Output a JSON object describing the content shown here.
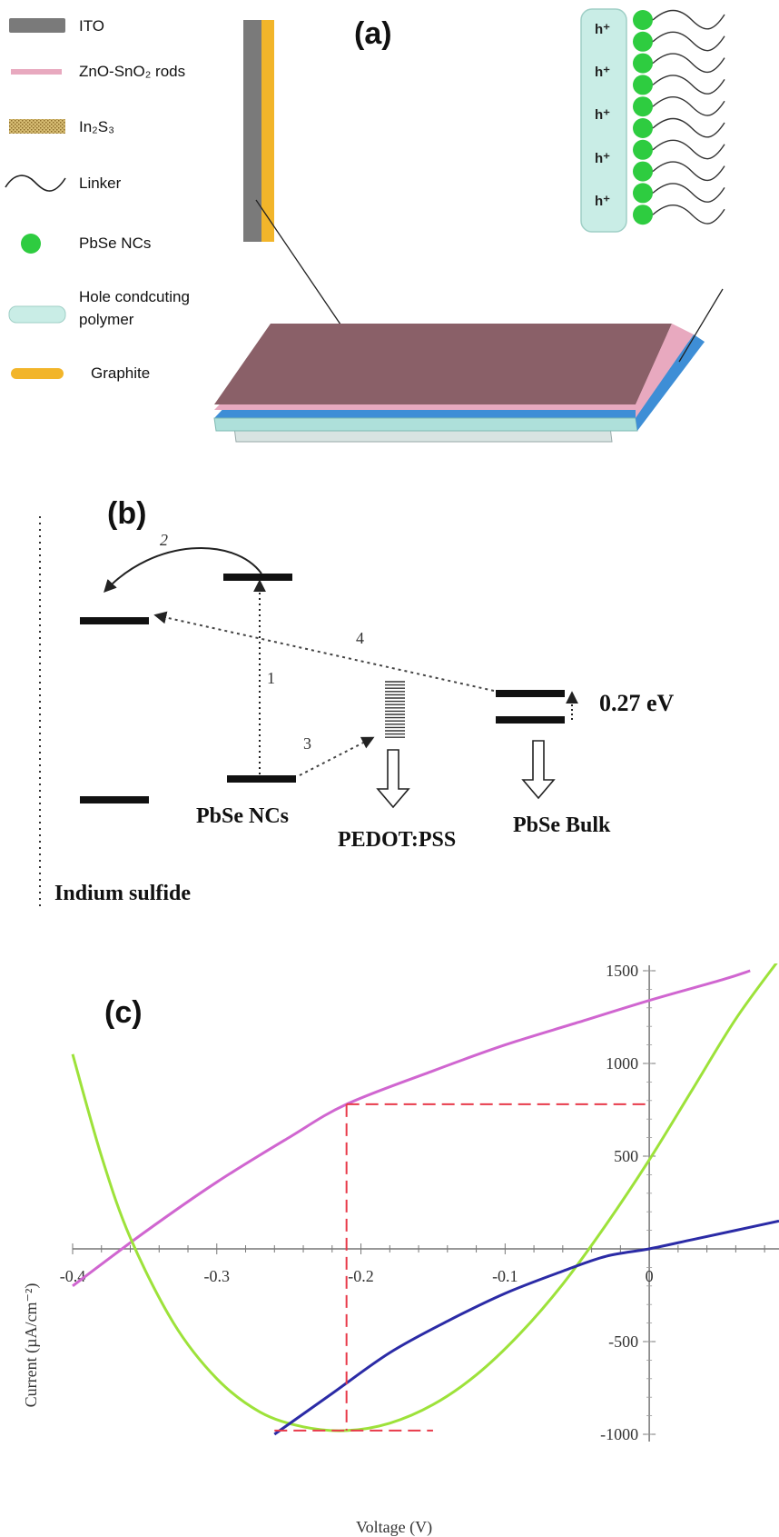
{
  "panel_a": {
    "label": "(a)",
    "legend": [
      {
        "id": "ito",
        "label": "ITO",
        "color": "#7a7a7a"
      },
      {
        "id": "zno-sno2",
        "label": "ZnO-SnO₂ rods",
        "color": "#e8a9bf"
      },
      {
        "id": "in2s3",
        "label": "In₂S₃",
        "color": "#c8a85a"
      },
      {
        "id": "linker",
        "label": "Linker",
        "color": "#222222"
      },
      {
        "id": "pbse-ncs",
        "label": "PbSe NCs",
        "color": "#2ecc40"
      },
      {
        "id": "hole-polymer",
        "label": "Hole condcuting\npolymer",
        "color": "#c9ede6"
      },
      {
        "id": "graphite",
        "label": "Graphite",
        "color": "#f2b52a"
      }
    ],
    "hole_label": "h⁺",
    "hole_count": 5
  },
  "panel_b": {
    "label": "(b)",
    "step_labels": [
      "2",
      "1",
      "4",
      "3"
    ],
    "energy_gap": "0.27 eV",
    "captions": {
      "pbse_ncs": "PbSe NCs",
      "pedot": "PEDOT:PSS",
      "pbse_bulk": "PbSe Bulk",
      "indium_sulfide": "Indium sulfide"
    }
  },
  "panel_c": {
    "label": "(c)"
  },
  "chart_data": {
    "type": "line",
    "xlabel": "Voltage (V)",
    "ylabel": "Current (µA/cm⁻²)",
    "xlim": [
      -0.4,
      0.09
    ],
    "ylim": [
      -1000,
      1500
    ],
    "x_ticks": [
      -0.4,
      -0.3,
      -0.2,
      -0.1,
      0
    ],
    "x_tick_labels": [
      "-0.4",
      "-0.3",
      "-0.2",
      "-0.1",
      "0"
    ],
    "y_ticks": [
      -1000,
      -500,
      500,
      1000,
      1500
    ],
    "y_tick_labels": [
      "-1000",
      "-500",
      "500",
      "1000",
      "1500"
    ],
    "grid": false,
    "series": [
      {
        "color": "#d066d0",
        "x": [
          -0.4,
          -0.35,
          -0.3,
          -0.25,
          -0.21,
          -0.15,
          -0.1,
          -0.05,
          0.0,
          0.05,
          0.07
        ],
        "y": [
          -200,
          90,
          360,
          600,
          780,
          960,
          1100,
          1220,
          1340,
          1450,
          1500
        ]
      },
      {
        "color": "#9de23a",
        "x": [
          -0.4,
          -0.38,
          -0.36,
          -0.33,
          -0.3,
          -0.27,
          -0.24,
          -0.21,
          -0.18,
          -0.15,
          -0.12,
          -0.09,
          -0.06,
          -0.03,
          0.0,
          0.03,
          0.06,
          0.09
        ],
        "y": [
          1050,
          500,
          60,
          -400,
          -700,
          -880,
          -960,
          -980,
          -940,
          -840,
          -680,
          -460,
          -190,
          130,
          480,
          860,
          1240,
          1560
        ]
      },
      {
        "color": "#2b2ba6",
        "x": [
          -0.26,
          -0.22,
          -0.18,
          -0.14,
          -0.1,
          -0.06,
          -0.03,
          0.0,
          0.03,
          0.06,
          0.09
        ],
        "y": [
          -1000,
          -780,
          -560,
          -390,
          -240,
          -120,
          -40,
          0,
          50,
          100,
          150
        ]
      }
    ],
    "annotation": {
      "x": -0.21,
      "y_top": 780,
      "y_bottom": -980,
      "color": "#e83a4a"
    }
  }
}
